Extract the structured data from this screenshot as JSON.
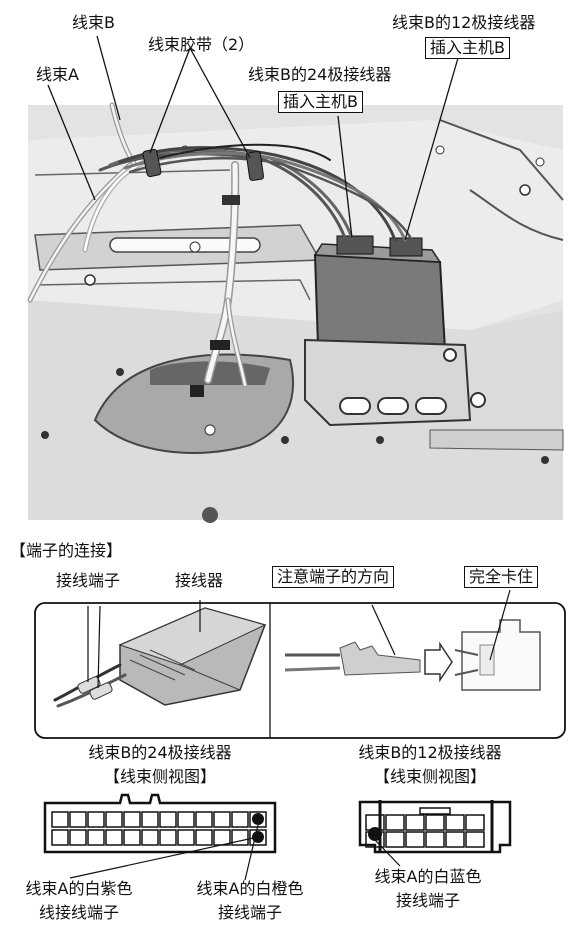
{
  "top": {
    "harness_b": "线束B",
    "harness_b_12pin": "线束B的12极接线器",
    "insert_host_b_1": "插入主机B",
    "harness_tie": "线束胶带（2）",
    "harness_a": "线束A",
    "harness_b_24pin": "线束B的24极接线器",
    "insert_host_b_2": "插入主机B"
  },
  "terminal_section": {
    "heading": "【端子的连接】",
    "wire_terminal": "接线端子",
    "connector": "接线器",
    "note_direction": "注意端子的方向",
    "fully_locked": "完全卡住"
  },
  "views": {
    "left_title": "线束B的24极接线器",
    "left_subtitle": "【线束侧视图】",
    "right_title": "线束B的12极接线器",
    "right_subtitle": "【线束侧视图】",
    "purple_line1": "线束A的白紫色",
    "purple_line2": "线接线端子",
    "orange_line1": "线束A的白橙色",
    "orange_line2": "接线端子",
    "blue_line1": "线束A的白蓝色",
    "blue_line2": "接线端子"
  }
}
